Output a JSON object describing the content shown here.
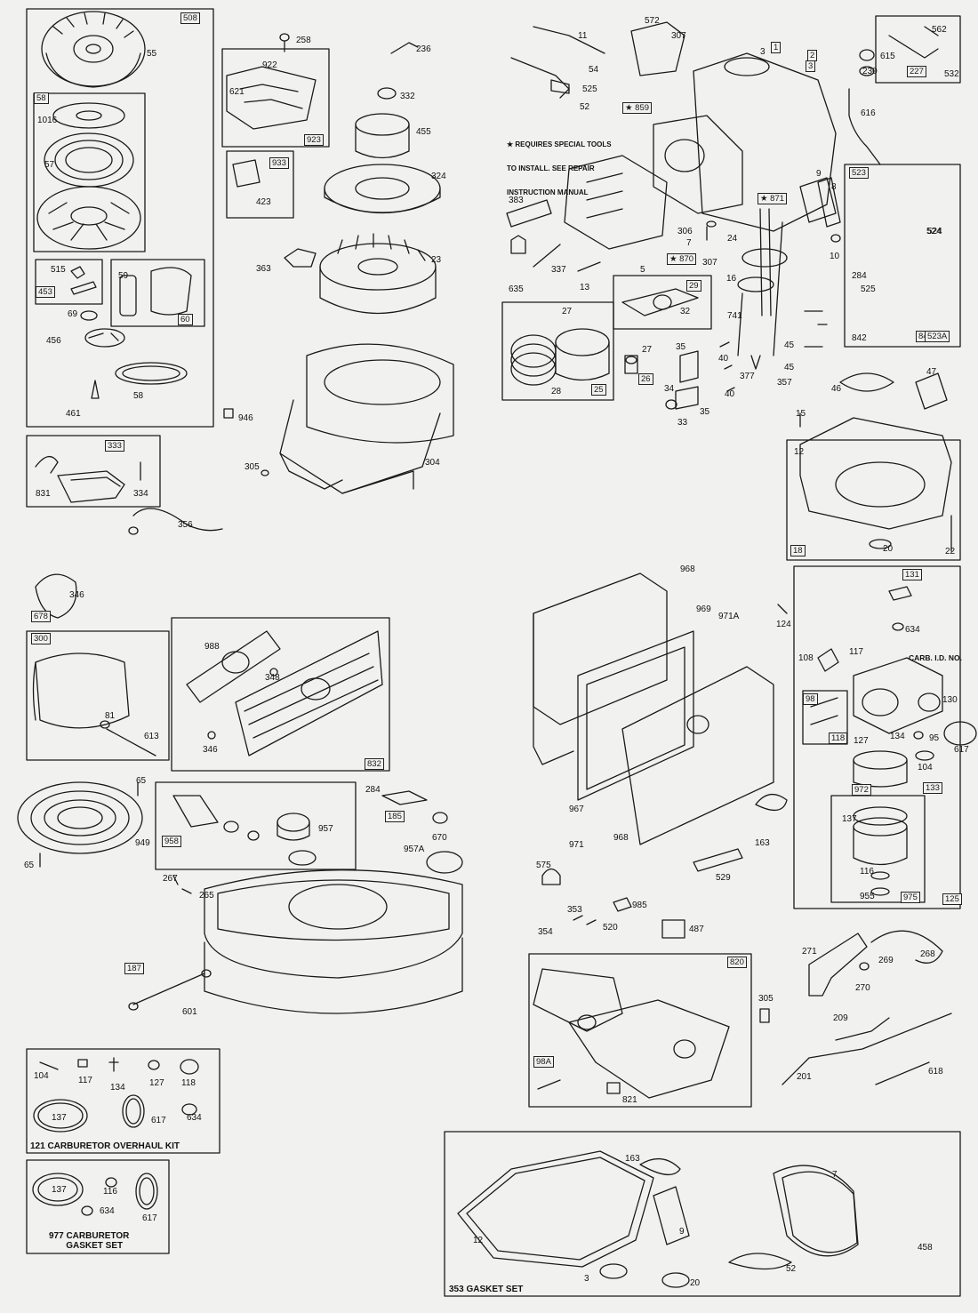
{
  "note_special_tools": [
    "★ REQUIRES SPECIAL TOOLS",
    "TO INSTALL. SEE REPAIR",
    "INSTRUCTION MANUAL"
  ],
  "kits": {
    "carb_overhaul": "121 CARBURETOR OVERHAUL KIT",
    "carb_gasket_l1": "977 CARBURETOR",
    "carb_gasket_l2": "GASKET SET",
    "gasket_set": "353 GASKET SET",
    "carb_id": "CARB. I.D. NO."
  },
  "part_labels": [
    {
      "t": "55"
    },
    {
      "t": "1016"
    },
    {
      "t": "57"
    },
    {
      "t": "515"
    },
    {
      "t": "59"
    },
    {
      "t": "69"
    },
    {
      "t": "456"
    },
    {
      "t": "58"
    },
    {
      "t": "461"
    },
    {
      "t": "831"
    },
    {
      "t": "334"
    },
    {
      "t": "356"
    },
    {
      "t": "946"
    },
    {
      "t": "305"
    },
    {
      "t": "304"
    },
    {
      "t": "455"
    },
    {
      "t": "258"
    },
    {
      "t": "236"
    },
    {
      "t": "922"
    },
    {
      "t": "621"
    },
    {
      "t": "332"
    },
    {
      "t": "423"
    },
    {
      "t": "324"
    },
    {
      "t": "363"
    },
    {
      "t": "23"
    },
    {
      "t": "11"
    },
    {
      "t": "572"
    },
    {
      "t": "307"
    },
    {
      "t": "54"
    },
    {
      "t": "525"
    },
    {
      "t": "52"
    },
    {
      "t": "3"
    },
    {
      "t": "615"
    },
    {
      "t": "230"
    },
    {
      "t": "616"
    },
    {
      "t": "562"
    },
    {
      "t": "532"
    },
    {
      "t": "9"
    },
    {
      "t": "8"
    },
    {
      "t": "10"
    },
    {
      "t": "383"
    },
    {
      "t": "337"
    },
    {
      "t": "635"
    },
    {
      "t": "13"
    },
    {
      "t": "5"
    },
    {
      "t": "7"
    },
    {
      "t": "306"
    },
    {
      "t": "24"
    },
    {
      "t": "307"
    },
    {
      "t": "16"
    },
    {
      "t": "741"
    },
    {
      "t": "524"
    },
    {
      "t": "284"
    },
    {
      "t": "525"
    },
    {
      "t": "842"
    },
    {
      "t": "524"
    },
    {
      "t": "27"
    },
    {
      "t": "32"
    },
    {
      "t": "28"
    },
    {
      "t": "27"
    },
    {
      "t": "35"
    },
    {
      "t": "34"
    },
    {
      "t": "35"
    },
    {
      "t": "33"
    },
    {
      "t": "40"
    },
    {
      "t": "40"
    },
    {
      "t": "377"
    },
    {
      "t": "357"
    },
    {
      "t": "45"
    },
    {
      "t": "45"
    },
    {
      "t": "46"
    },
    {
      "t": "47"
    },
    {
      "t": "15"
    },
    {
      "t": "12"
    },
    {
      "t": "20"
    },
    {
      "t": "22"
    },
    {
      "t": "346"
    },
    {
      "t": "988"
    },
    {
      "t": "348"
    },
    {
      "t": "81"
    },
    {
      "t": "613"
    },
    {
      "t": "346"
    },
    {
      "t": "65"
    },
    {
      "t": "949"
    },
    {
      "t": "65"
    },
    {
      "t": "284"
    },
    {
      "t": "957"
    },
    {
      "t": "670"
    },
    {
      "t": "957A"
    },
    {
      "t": "267"
    },
    {
      "t": "265"
    },
    {
      "t": "601"
    },
    {
      "t": "104"
    },
    {
      "t": "117"
    },
    {
      "t": "134"
    },
    {
      "t": "127"
    },
    {
      "t": "118"
    },
    {
      "t": "137"
    },
    {
      "t": "617"
    },
    {
      "t": "634"
    },
    {
      "t": "137"
    },
    {
      "t": "116"
    },
    {
      "t": "634"
    },
    {
      "t": "617"
    },
    {
      "t": "968"
    },
    {
      "t": "969"
    },
    {
      "t": "971A"
    },
    {
      "t": "967"
    },
    {
      "t": "971"
    },
    {
      "t": "968"
    },
    {
      "t": "163"
    },
    {
      "t": "575"
    },
    {
      "t": "529"
    },
    {
      "t": "353"
    },
    {
      "t": "985"
    },
    {
      "t": "354"
    },
    {
      "t": "520"
    },
    {
      "t": "487"
    },
    {
      "t": "124"
    },
    {
      "t": "634"
    },
    {
      "t": "108"
    },
    {
      "t": "117"
    },
    {
      "t": "130"
    },
    {
      "t": "127"
    },
    {
      "t": "134"
    },
    {
      "t": "95"
    },
    {
      "t": "617"
    },
    {
      "t": "104"
    },
    {
      "t": "137"
    },
    {
      "t": "116"
    },
    {
      "t": "955"
    },
    {
      "t": "271"
    },
    {
      "t": "269"
    },
    {
      "t": "268"
    },
    {
      "t": "270"
    },
    {
      "t": "305"
    },
    {
      "t": "209"
    },
    {
      "t": "201"
    },
    {
      "t": "618"
    },
    {
      "t": "821"
    },
    {
      "t": "163"
    },
    {
      "t": "7"
    },
    {
      "t": "12"
    },
    {
      "t": "9"
    },
    {
      "t": "3"
    },
    {
      "t": "20"
    },
    {
      "t": "52"
    },
    {
      "t": "458"
    }
  ],
  "box_labels": [
    {
      "t": "508"
    },
    {
      "t": "58"
    },
    {
      "t": "453"
    },
    {
      "t": "60"
    },
    {
      "t": "333"
    },
    {
      "t": "923"
    },
    {
      "t": "933"
    },
    {
      "t": "1"
    },
    {
      "t": "2"
    },
    {
      "t": "3"
    },
    {
      "t": "227"
    },
    {
      "t": "★ 859"
    },
    {
      "t": "★ 871"
    },
    {
      "t": "★ 870"
    },
    {
      "t": "523"
    },
    {
      "t": "847"
    },
    {
      "t": "523A"
    },
    {
      "t": "29"
    },
    {
      "t": "25"
    },
    {
      "t": "26"
    },
    {
      "t": "18"
    },
    {
      "t": "678"
    },
    {
      "t": "300"
    },
    {
      "t": "832"
    },
    {
      "t": "972"
    },
    {
      "t": "958"
    },
    {
      "t": "185"
    },
    {
      "t": "187"
    },
    {
      "t": "131"
    },
    {
      "t": "98"
    },
    {
      "t": "118"
    },
    {
      "t": "133"
    },
    {
      "t": "975"
    },
    {
      "t": "125"
    },
    {
      "t": "820"
    },
    {
      "t": "98A"
    }
  ]
}
